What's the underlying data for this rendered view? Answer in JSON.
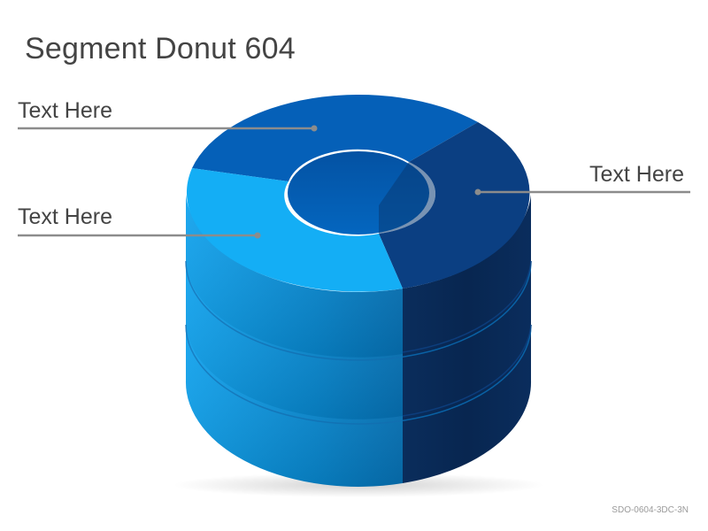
{
  "title": "Segment Donut 604",
  "labels": {
    "top_left": "Text Here",
    "middle_left": "Text Here",
    "right": "Text Here"
  },
  "footer_code": "SDO-0604-3DC-3N",
  "colors": {
    "segment_dark_blue": "#0b3a78",
    "segment_medium_blue": "#0560b8",
    "segment_light_blue": "#14aef5",
    "leader_line": "#8c8c8c",
    "title_text": "#444444"
  },
  "diagram": {
    "segments": 3,
    "layers": 3
  }
}
